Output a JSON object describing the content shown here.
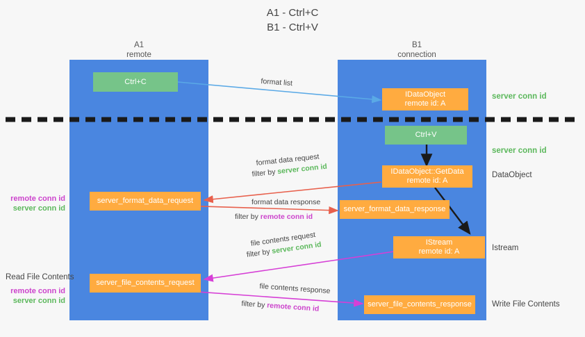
{
  "title": {
    "line1": "A1 - Ctrl+C",
    "line2": "B1 - Ctrl+V"
  },
  "lanes": [
    {
      "name": "A1",
      "sub": "remote"
    },
    {
      "name": "B1",
      "sub": "connection"
    }
  ],
  "nodes": {
    "ctrl_c": "Ctrl+C",
    "ctrl_v": "Ctrl+V",
    "idataobject": "IDataObject\nremote id: A",
    "idataobject_line1": "IDataObject",
    "idataobject_line2": "remote id: A",
    "getdata_line1": "IDataObject::GetData",
    "getdata_line2": "remote id: A",
    "istream_line1": "IStream",
    "istream_line2": "remote id: A",
    "server_format_data_request": "server_format_data_request",
    "server_format_data_response": "server_format_data_response",
    "server_file_contents_request": "server_file_contents_request",
    "server_file_contents_response": "server_file_contents_response"
  },
  "captions": {
    "format_list": "format list",
    "format_data_request": "format data request",
    "format_data_filter_prefix": "filter by ",
    "format_data_filter_value": "server conn id",
    "format_data_response": "format data response",
    "format_data_response_filter_prefix": "filter by ",
    "format_data_response_filter_value": "remote conn id",
    "file_contents_request": "file contents request",
    "file_contents_filter_prefix": "filter by ",
    "file_contents_filter_value": "server conn id",
    "file_contents_response": "file contents response",
    "file_contents_response_filter_prefix": "filter by ",
    "file_contents_response_filter_value": "remote conn id"
  },
  "right_labels": {
    "server_conn_id_top": "server conn id",
    "server_conn_id_second": "server conn id",
    "dataobject": "DataObject",
    "istream": "Istream",
    "write_file_contents": "Write File Contents"
  },
  "left_labels": {
    "remote_conn_id_1": "remote conn id",
    "server_conn_id_1": "server conn id",
    "read_file_contents": "Read File Contents",
    "remote_conn_id_2": "remote conn id",
    "server_conn_id_2": "server conn id"
  },
  "colors": {
    "lane": "#4a86e0",
    "green_box": "#76c489",
    "orange_box": "#ffab40",
    "green_text": "#5cb85c",
    "magenta_text": "#cc44cc",
    "blue_arrow": "#5aa9e6",
    "red_arrow": "#e8604c",
    "black_arrow": "#1a1a1a",
    "magenta_arrow": "#d63fd6",
    "background": "#f7f7f7"
  }
}
